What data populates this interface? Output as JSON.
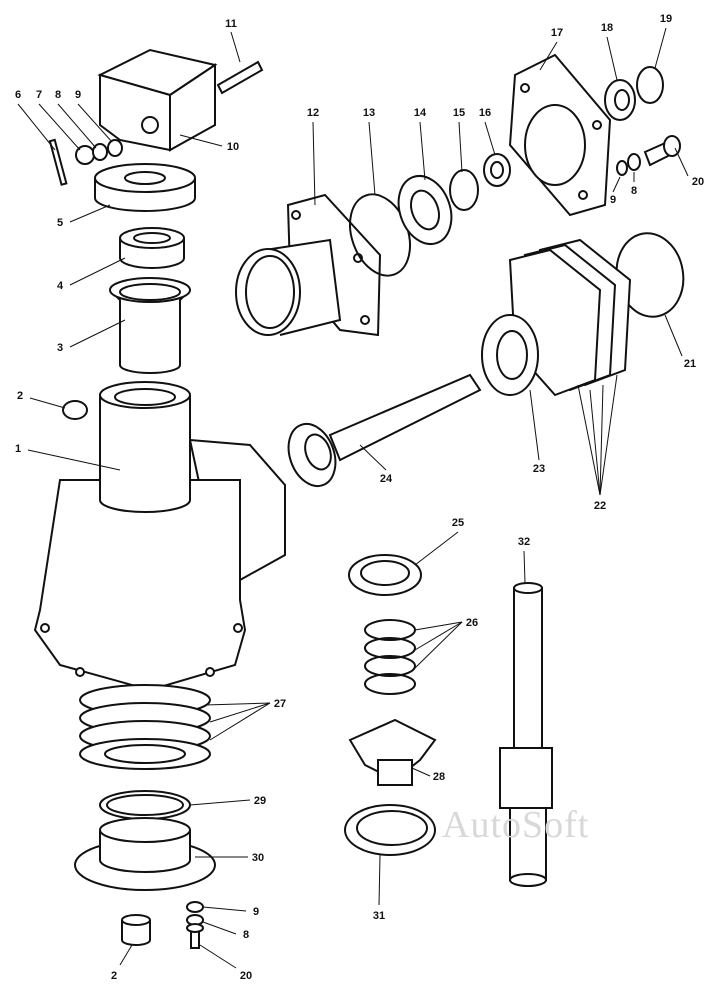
{
  "title": "Gearbox exploded parts diagram",
  "watermark": "AutoSoft",
  "callouts": {
    "p1": "1",
    "p2a": "2",
    "p2b": "2",
    "p3": "3",
    "p4": "4",
    "p5": "5",
    "p6": "6",
    "p7": "7",
    "p8a": "8",
    "p8b": "8",
    "p8c": "8",
    "p9a": "9",
    "p9b": "9",
    "p9c": "9",
    "p10": "10",
    "p11": "11",
    "p12": "12",
    "p13": "13",
    "p14": "14",
    "p15": "15",
    "p16": "16",
    "p17": "17",
    "p18": "18",
    "p19": "19",
    "p20a": "20",
    "p20b": "20",
    "p21": "21",
    "p22": "22",
    "p23": "23",
    "p24": "24",
    "p25": "25",
    "p26": "26",
    "p27": "27",
    "p28": "28",
    "p29": "29",
    "p30": "30",
    "p31": "31",
    "p32": "32"
  }
}
